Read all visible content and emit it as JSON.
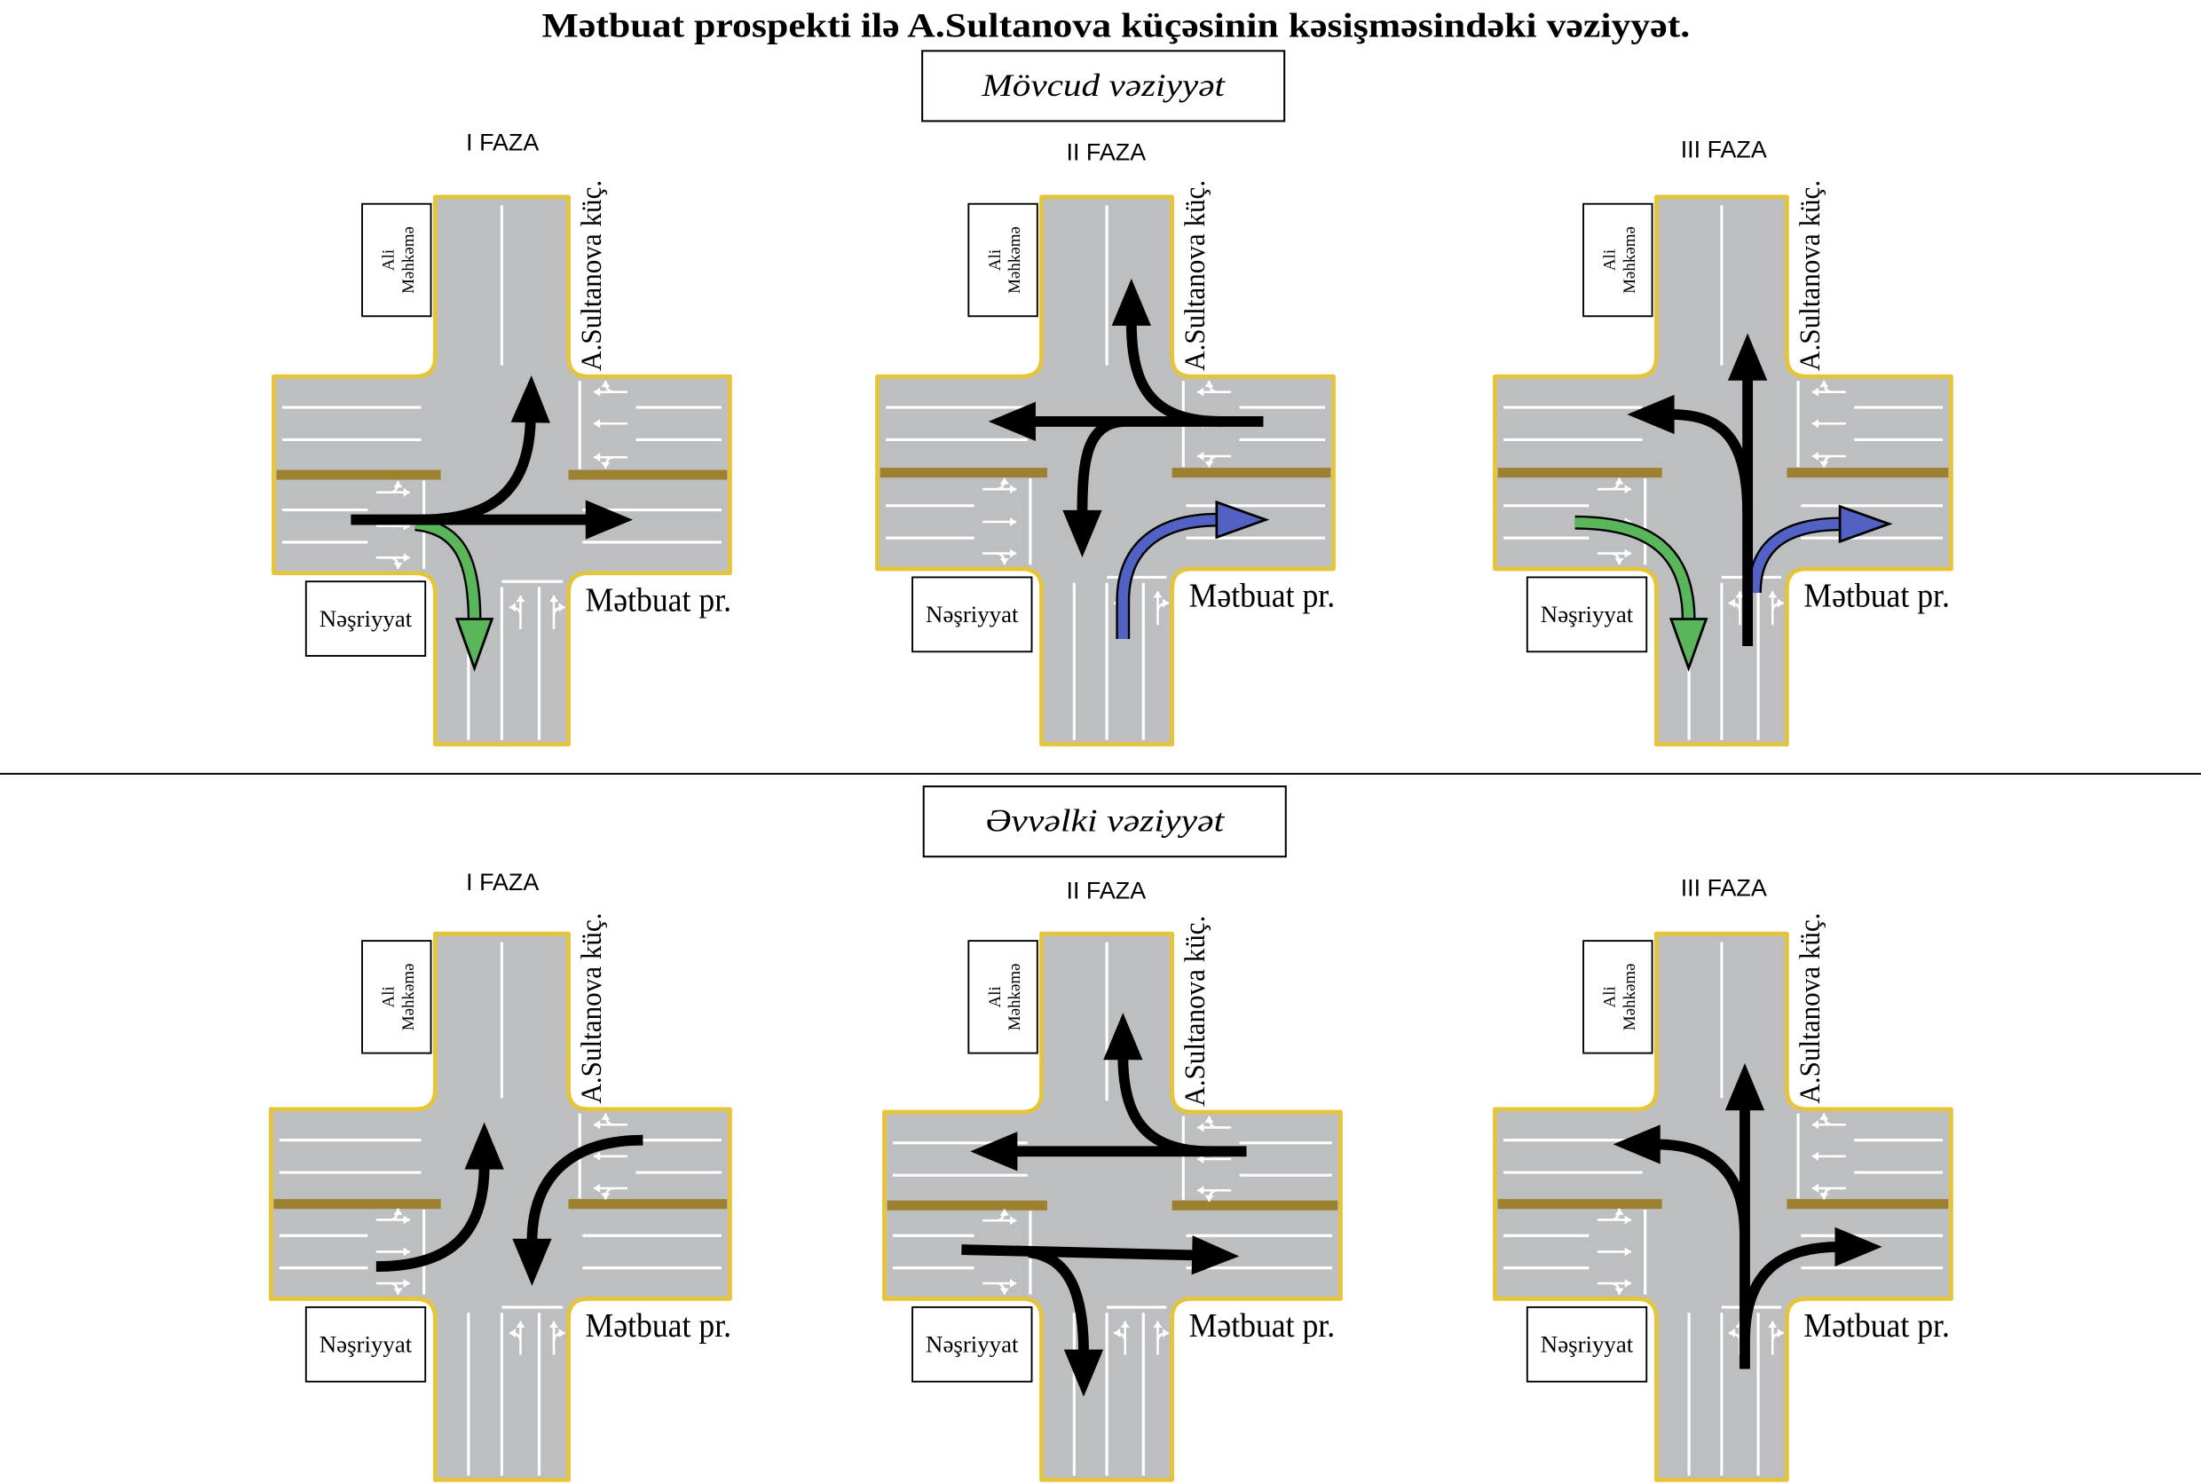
{
  "title": "Mətbuat prospekti ilə A.Sultanova küçəsinin kəsişməsindəki vəziyyət.",
  "sections": [
    {
      "title": "Mövcud vəziyyət",
      "phases": [
        "I FAZA",
        "II FAZA",
        "III FAZA"
      ]
    },
    {
      "title": "Əvvəlki vəziyyət",
      "phases": [
        "I FAZA",
        "II FAZA",
        "III FAZA"
      ]
    }
  ],
  "labels": {
    "street_vertical": "A.Sultanova küç.",
    "street_horizontal": "Mətbuat pr.",
    "building_top": [
      "Ali",
      "Məhkəmə"
    ],
    "building_bottom": "Nəşriyyat"
  },
  "colors": {
    "road": "#bdbec0",
    "road_edge": "#e5c43a",
    "median": "#9c8131",
    "lane_marking": "#ffffff",
    "traffic_arrow": "#000000",
    "green_arrow": "#5ab65a",
    "blue_arrow": "#5262c4"
  }
}
